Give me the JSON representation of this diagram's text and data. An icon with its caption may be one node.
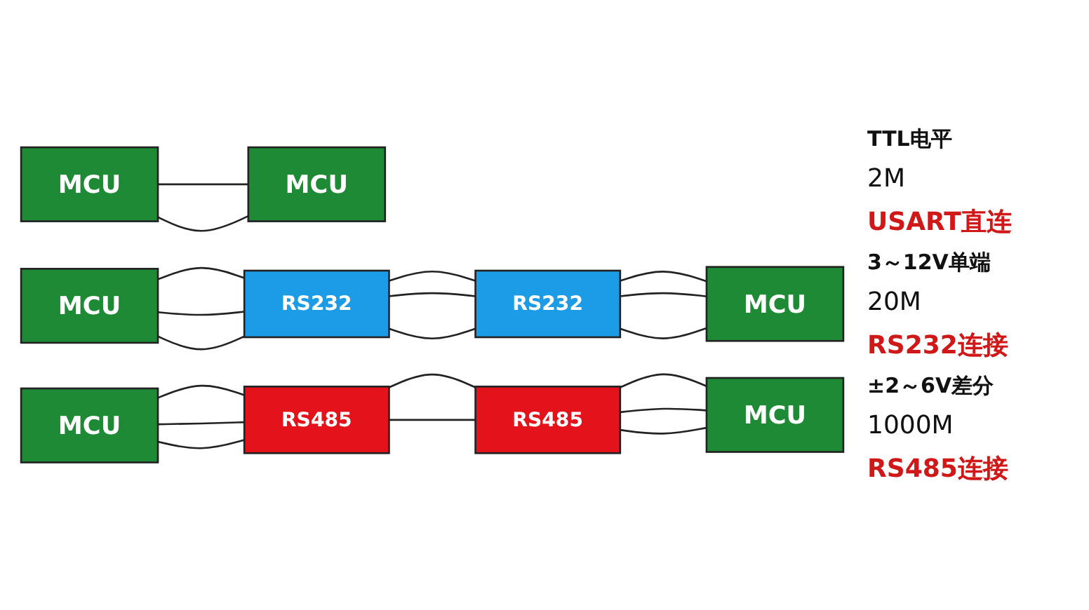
{
  "diagram": {
    "nodes": [
      {
        "text": [
          "MCU"
        ]
      },
      {
        "text": [
          "MCU"
        ]
      },
      {
        "text": [
          "MCU"
        ]
      },
      {
        "text": [
          "RS232"
        ]
      },
      {
        "text": [
          "RS232"
        ]
      },
      {
        "text": [
          "MCU"
        ]
      },
      {
        "text": [
          "MCU"
        ]
      },
      {
        "text": [
          "RS485"
        ]
      },
      {
        "text": [
          "RS485"
        ]
      },
      {
        "text": [
          "MCU"
        ]
      }
    ],
    "edges": [
      {
        "from": 0,
        "to": 1,
        "arrow": "none"
      },
      {
        "from": 0,
        "to": 1,
        "arrow": "none"
      },
      {
        "from": 2,
        "to": 3,
        "arrow": "none"
      },
      {
        "from": 2,
        "to": 3,
        "arrow": "none"
      },
      {
        "from": 2,
        "to": 3,
        "arrow": "none"
      },
      {
        "from": 3,
        "to": 4,
        "arrow": "none"
      },
      {
        "from": 3,
        "to": 4,
        "arrow": "none"
      },
      {
        "from": 3,
        "to": 4,
        "arrow": "none"
      },
      {
        "from": 4,
        "to": 5,
        "arrow": "none"
      },
      {
        "from": 4,
        "to": 5,
        "arrow": "none"
      },
      {
        "from": 4,
        "to": 5,
        "arrow": "none"
      },
      {
        "from": 6,
        "to": 7,
        "arrow": "none"
      },
      {
        "from": 6,
        "to": 7,
        "arrow": "none"
      },
      {
        "from": 6,
        "to": 7,
        "arrow": "none"
      },
      {
        "from": 7,
        "to": 8,
        "arrow": "none"
      },
      {
        "from": 7,
        "to": 8,
        "arrow": "none"
      },
      {
        "from": 8,
        "to": 9,
        "arrow": "none"
      },
      {
        "from": 8,
        "to": 9,
        "arrow": "none"
      },
      {
        "from": 8,
        "to": 9,
        "arrow": "none"
      }
    ],
    "labels": [
      "TTL电平",
      "2M",
      "USART直连",
      "3～12V单端",
      "20M",
      "RS232连接",
      "±2～6V差分",
      "1000M",
      "RS485连接"
    ]
  }
}
